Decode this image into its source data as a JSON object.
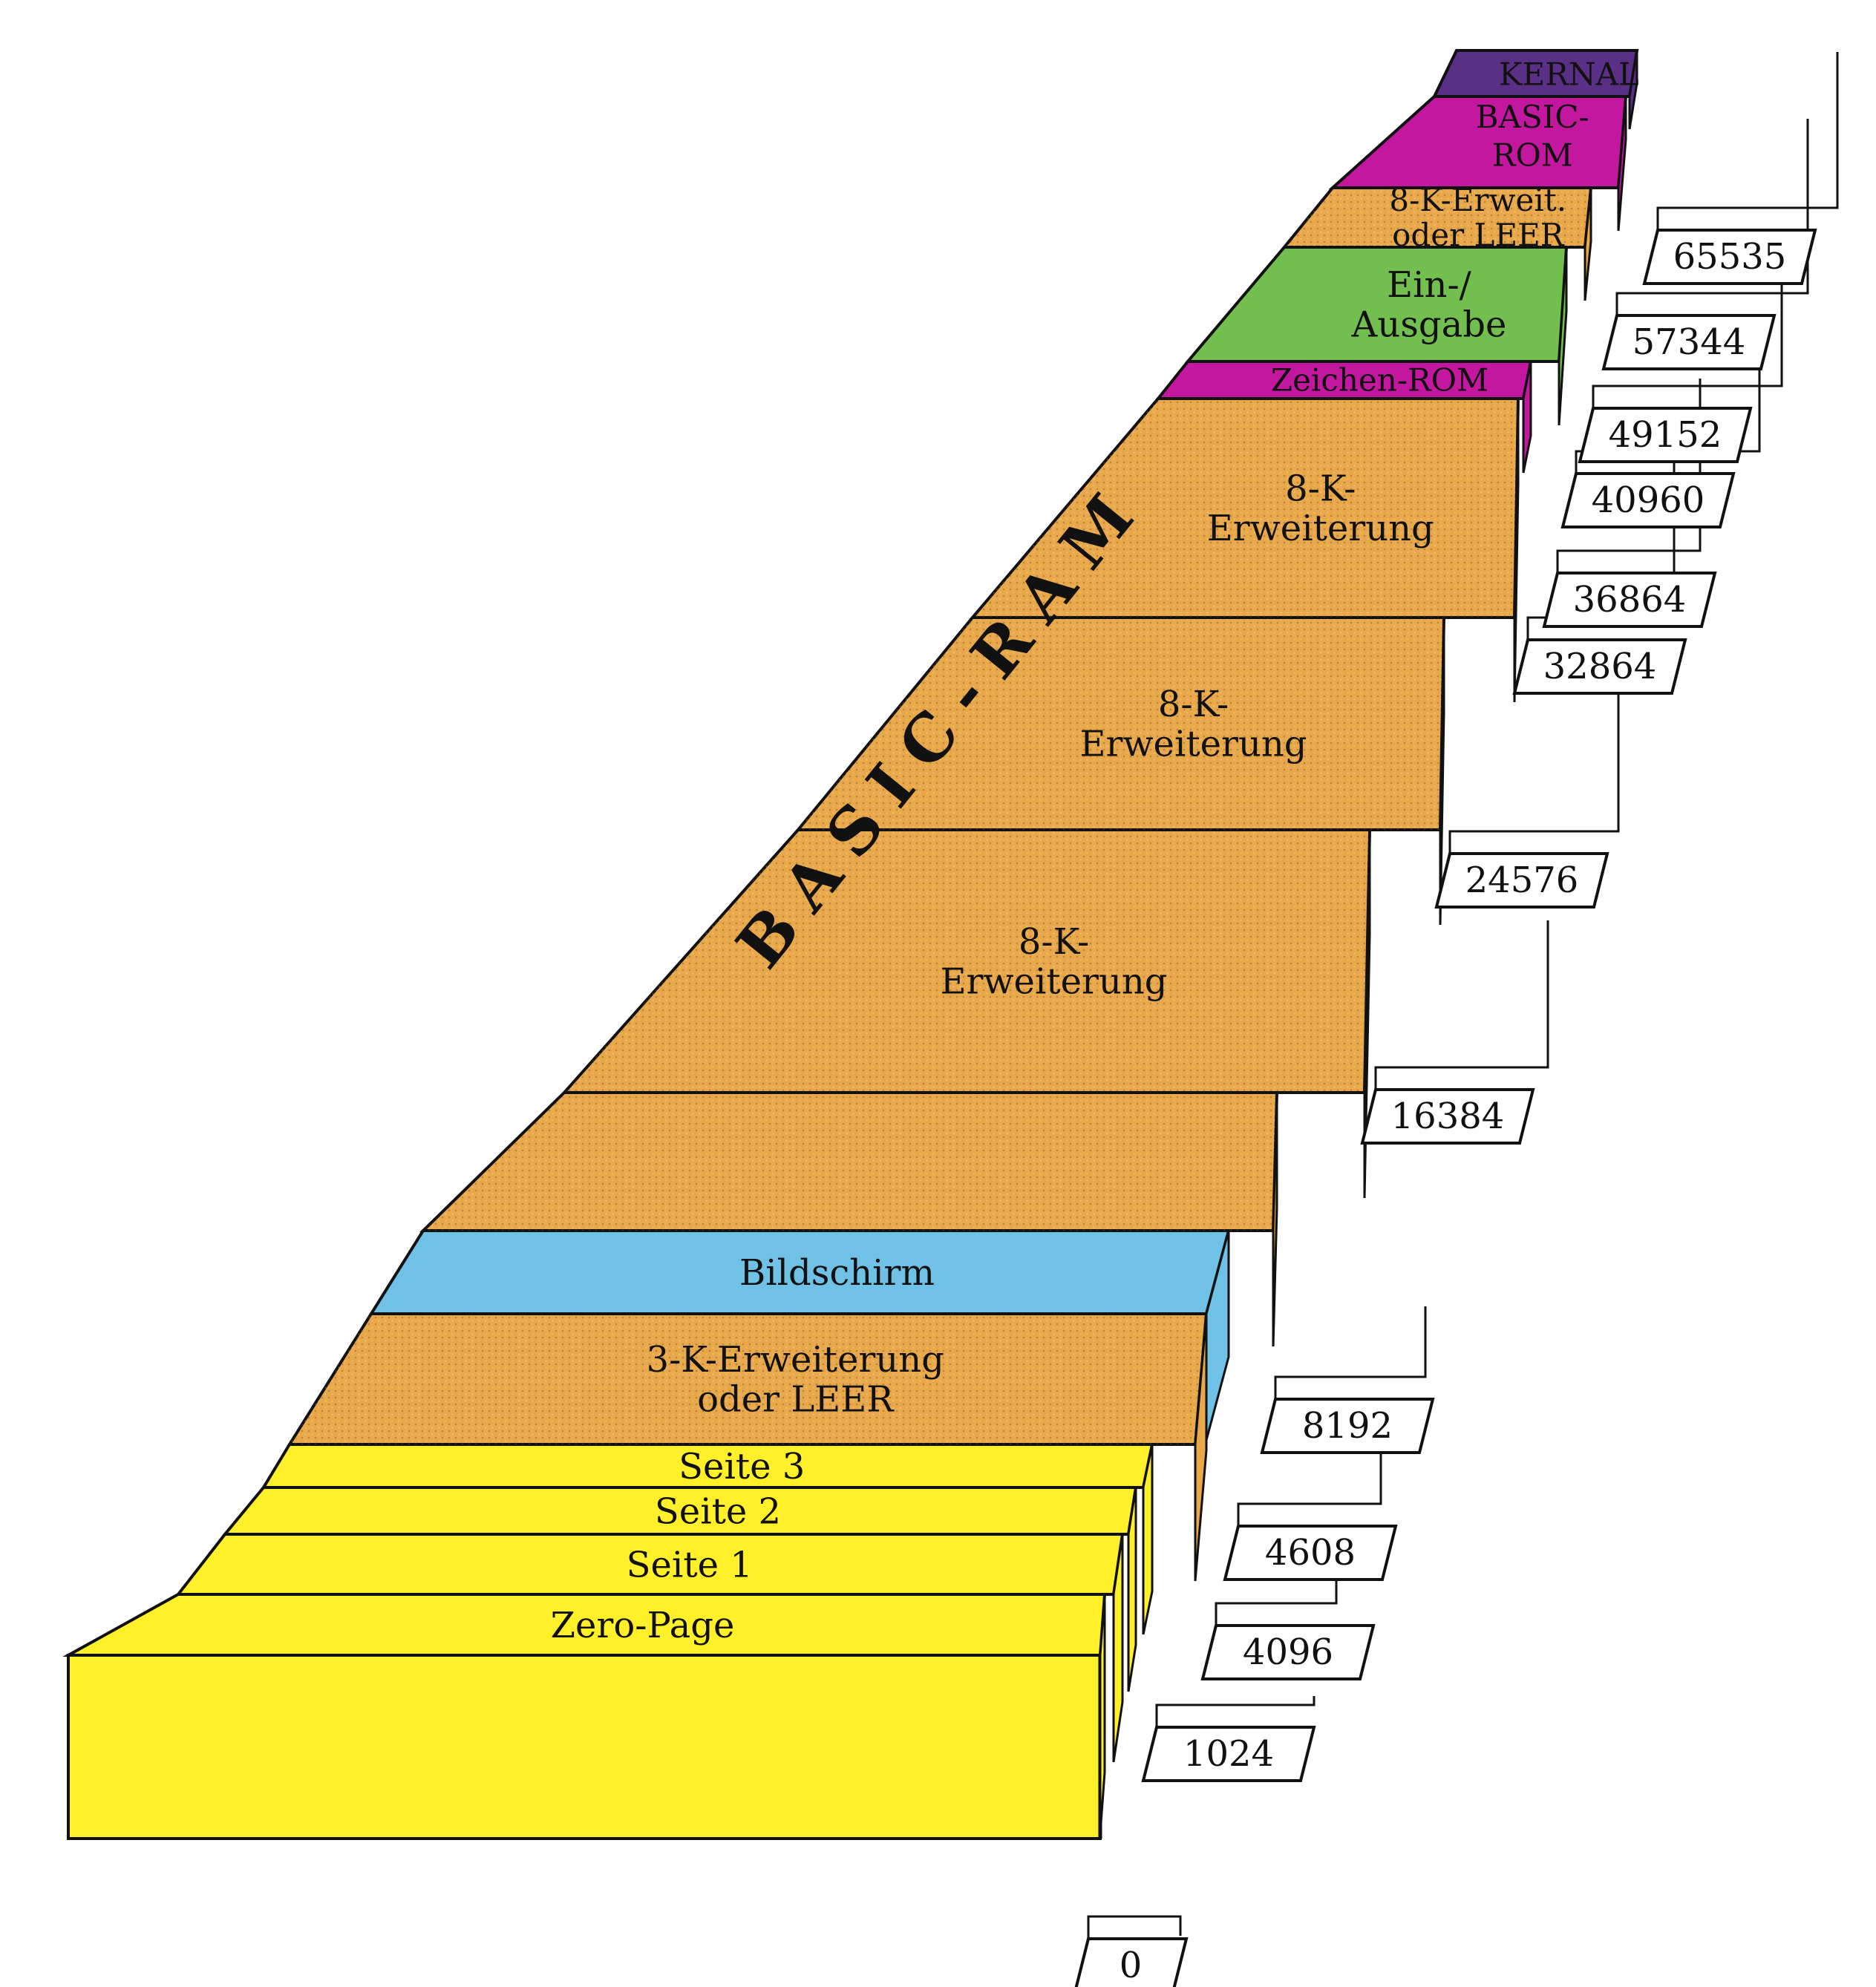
{
  "colors": {
    "yellow": "#fff02a",
    "orange": "#e9a84a",
    "blue": "#6fc1e6",
    "green": "#72bf4f",
    "magenta": "#c4179f",
    "purple": "#5a2f86",
    "outline": "#111111"
  },
  "big_label": "BASIC-RAM",
  "segments": [
    {
      "id": "zero-page",
      "lines": [
        "Zero-Page"
      ],
      "color": "yellow"
    },
    {
      "id": "seite-1",
      "lines": [
        "Seite 1"
      ],
      "color": "yellow"
    },
    {
      "id": "seite-2",
      "lines": [
        "Seite 2"
      ],
      "color": "yellow"
    },
    {
      "id": "seite-3",
      "lines": [
        "Seite 3"
      ],
      "color": "yellow"
    },
    {
      "id": "erweiterung-3k",
      "lines": [
        "3-K-Erweiterung",
        "oder LEER"
      ],
      "color": "orange"
    },
    {
      "id": "bildschirm",
      "lines": [
        "Bildschirm"
      ],
      "color": "blue"
    },
    {
      "id": "basic-ram-unlabeled",
      "lines": [],
      "color": "orange"
    },
    {
      "id": "erweiterung-8k-1",
      "lines": [
        "8-K-",
        "Erweiterung"
      ],
      "color": "orange"
    },
    {
      "id": "erweiterung-8k-2",
      "lines": [
        "8-K-",
        "Erweiterung"
      ],
      "color": "orange"
    },
    {
      "id": "erweiterung-8k-3",
      "lines": [
        "8-K-",
        "Erweiterung"
      ],
      "color": "orange"
    },
    {
      "id": "zeichen-rom",
      "lines": [
        "Zeichen-ROM"
      ],
      "color": "magenta"
    },
    {
      "id": "ein-ausgabe",
      "lines": [
        "Ein-/",
        "Ausgabe"
      ],
      "color": "green"
    },
    {
      "id": "erweit-8k-oder-leer",
      "lines": [
        "8-K-Erweit.",
        "oder LEER"
      ],
      "color": "orange"
    },
    {
      "id": "basic-rom",
      "lines": [
        "BASIC-",
        "ROM"
      ],
      "color": "magenta"
    },
    {
      "id": "kernal",
      "lines": [
        "KERNAL"
      ],
      "color": "purple"
    }
  ],
  "addresses": [
    "0",
    "1024",
    "4096",
    "4608",
    "8192",
    "16384",
    "24576",
    "32864",
    "36864",
    "40960",
    "49152",
    "57344",
    "65535"
  ]
}
